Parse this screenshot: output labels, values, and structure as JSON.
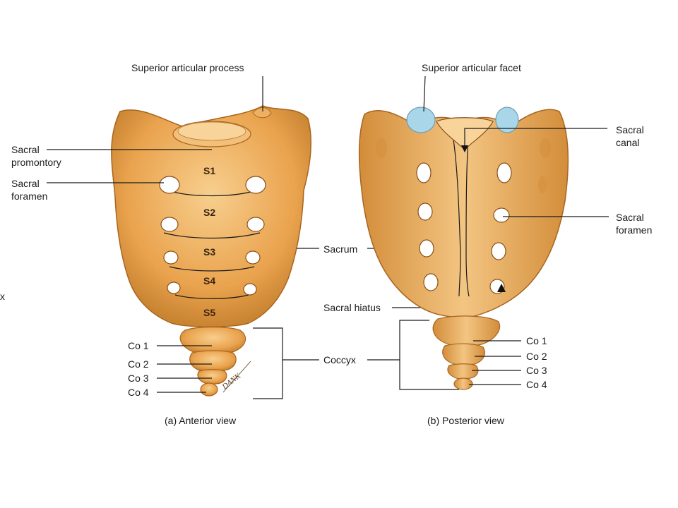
{
  "edge_fragment": "x",
  "anterior": {
    "superior_articular_process": "Superior articular process",
    "sacral_promontory": [
      "Sacral",
      "promontory"
    ],
    "sacral_foramen": [
      "Sacral",
      "foramen"
    ],
    "segments": [
      "S1",
      "S2",
      "S3",
      "S4",
      "S5"
    ],
    "coccygeal": [
      "Co 1",
      "Co 2",
      "Co 3",
      "Co 4"
    ],
    "signature": "DANK",
    "caption": "(a) Anterior view"
  },
  "middle": {
    "sacrum": "Sacrum",
    "sacral_hiatus": "Sacral hiatus",
    "coccyx": "Coccyx"
  },
  "posterior": {
    "superior_articular_facet": "Superior articular facet",
    "sacral_canal": [
      "Sacral",
      "canal"
    ],
    "sacral_foramen": [
      "Sacral",
      "foramen"
    ],
    "coccygeal": [
      "Co 1",
      "Co 2",
      "Co 3",
      "Co 4"
    ],
    "caption": "(b) Posterior view"
  },
  "colors": {
    "bone": "#eaa34e",
    "bone_light": "#f5c98a",
    "bone_dark": "#b8722a",
    "facet": "#a9d6e8"
  }
}
